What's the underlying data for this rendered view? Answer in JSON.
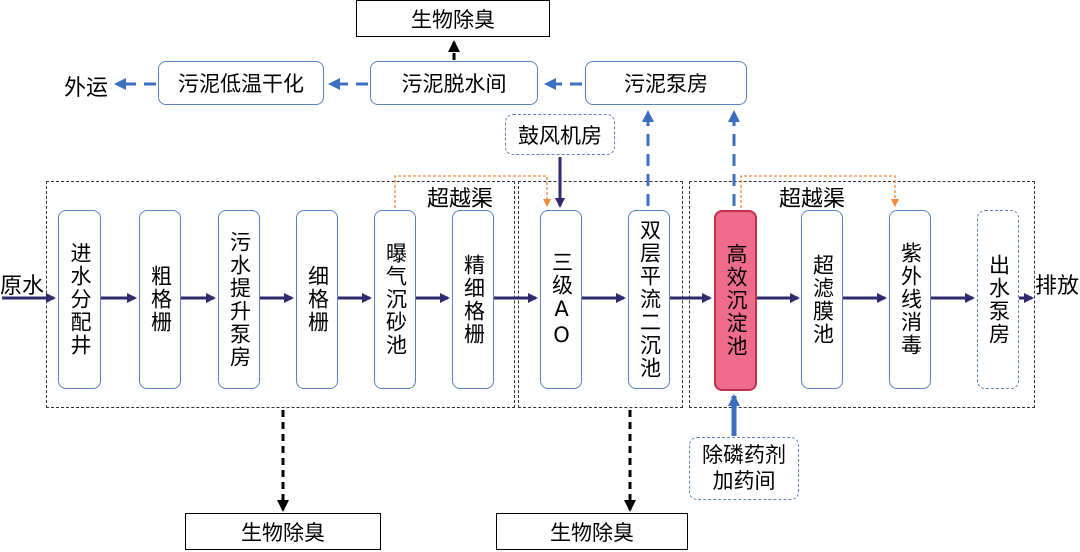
{
  "top": {
    "bio_deodor": "生物除臭",
    "export": "外运",
    "sludge_drying": "污泥低温干化",
    "sludge_dewatering": "污泥脱水间",
    "sludge_pump": "污泥泵房",
    "blower": "鼓风机房"
  },
  "bypass_labels": [
    "超越渠",
    "超越渠"
  ],
  "edge": {
    "inflow": "原水",
    "outflow": "排放"
  },
  "units": [
    {
      "label": "进水分配井"
    },
    {
      "label": "粗格栅"
    },
    {
      "label": "污水提升泵房"
    },
    {
      "label": "细格栅"
    },
    {
      "label": "曝气沉砂池"
    },
    {
      "label": "精细格栅"
    },
    {
      "label": "三级AO"
    },
    {
      "label": "双层平流二沉池"
    },
    {
      "label": "高效沉淀池"
    },
    {
      "label": "超滤膜池"
    },
    {
      "label": "紫外线消毒"
    },
    {
      "label": "出水泵房"
    }
  ],
  "bottom": {
    "dosing_line1": "除磷药剂",
    "dosing_line2": "加药间",
    "bio_deodor_left": "生物除臭",
    "bio_deodor_right": "生物除臭"
  },
  "colors": {
    "main_arrow": "#2e2a6b",
    "sludge_arrow": "#3c6fbf",
    "bypass_line": "#f08a3c",
    "highlight_fill": "#ef6b8c",
    "box_border": "#5b83c4"
  }
}
